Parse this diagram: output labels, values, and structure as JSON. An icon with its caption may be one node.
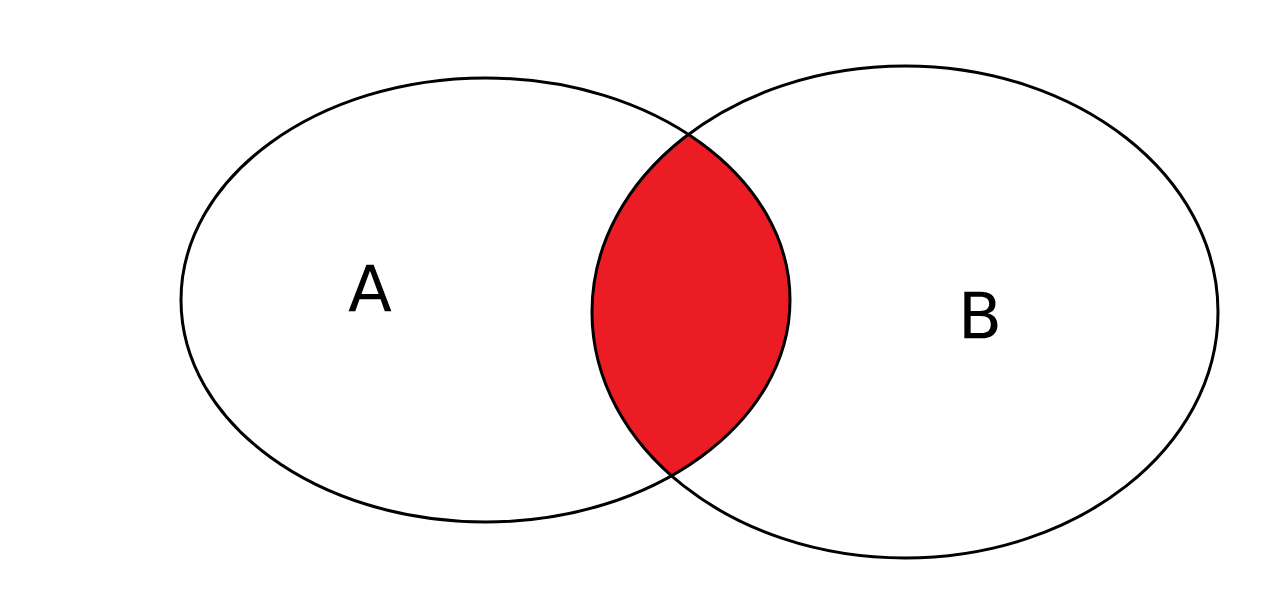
{
  "diagram": {
    "nodes": [
      {
        "text": [
          "A"
        ]
      },
      {
        "text": [],
        "shape": "lens"
      },
      {
        "text": [
          "B"
        ]
      }
    ]
  }
}
